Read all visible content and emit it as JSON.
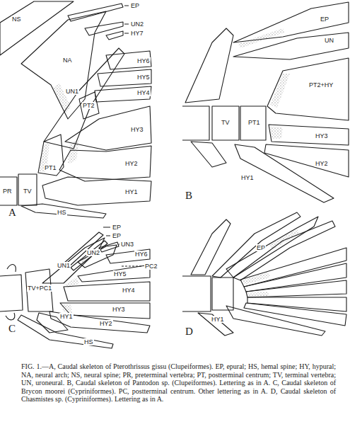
{
  "diagram": {
    "caption": "FIG. 1.—A, Caudal skeleton of Pterothrissus gissu (Clupeiformes). EP, epural; HS, hemal spine; HY, hypural; NA, neural arch; NS, neural spine; PR, preterminal vertebra; PT, postterminal centrum; TV, terminal vertebra; UN, uroneural. B, Caudal skeleton of Pantodon sp. (Clupeiformes). Lettering as in A. C, Caudal skeleton of Brycon moorei (Cypriniformes). PC, postterminal centrum. Other lettering as in A. D, Caudal skeleton of Chasmistes sp. (Cypriniformes). Lettering as in A.",
    "labels": [
      "NS",
      "EP",
      "UN2",
      "HY7",
      "NA",
      "HY6",
      "HY5",
      "UN1",
      "PT2",
      "HY4",
      "PR",
      "TV",
      "PT1",
      "HY3",
      "HY2",
      "HY1",
      "HS",
      "A",
      "EP",
      "UN",
      "PT2+HY",
      "TV",
      "PT1",
      "HY3",
      "HY2",
      "HY1",
      "B",
      "EP",
      "EP",
      "UN3",
      "UN2",
      "HY6",
      "UN1",
      "PC2",
      "HY5",
      "HY4",
      "TV+PC1",
      "HY3",
      "HY1",
      "HY2",
      "HS",
      "C",
      "EP",
      "HY1",
      "D"
    ]
  }
}
